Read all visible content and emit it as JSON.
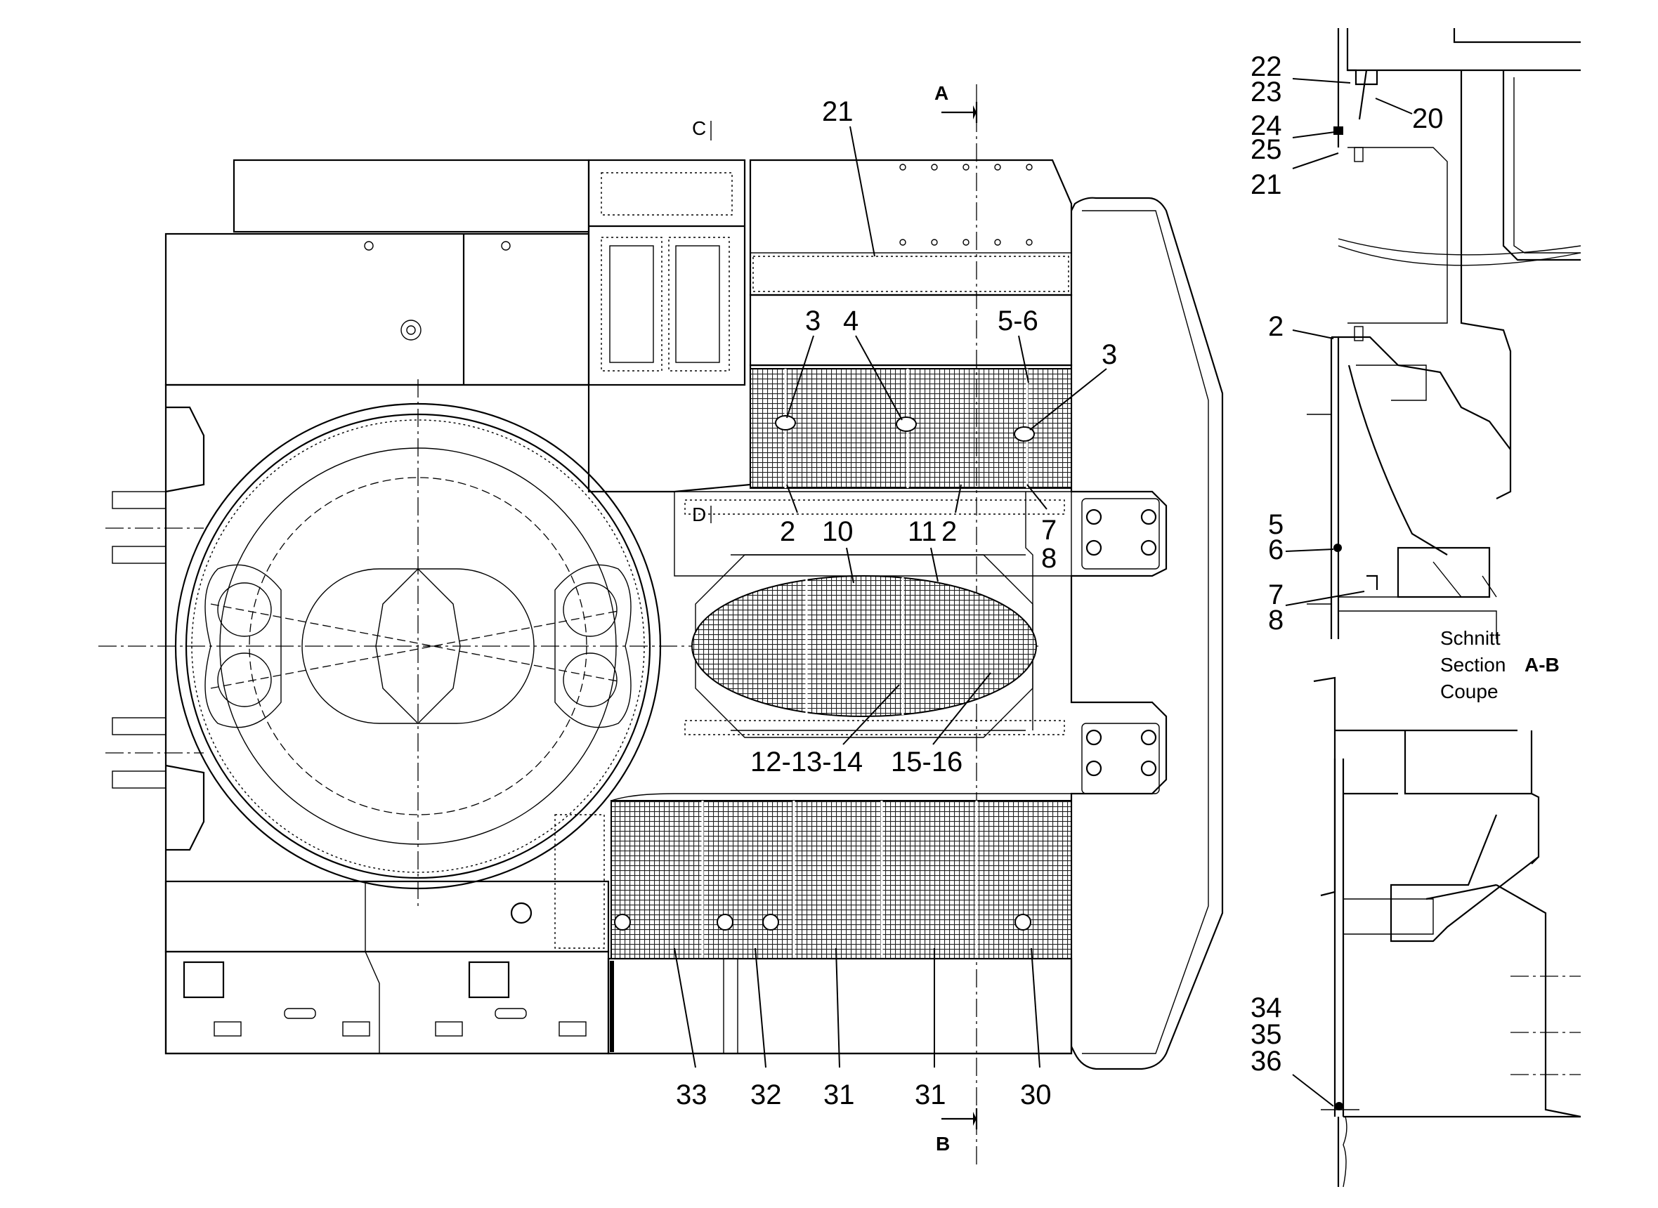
{
  "section_markers": {
    "a": "A",
    "b": "B",
    "c": "C",
    "d": "D"
  },
  "section_caption": {
    "line1": "Schnitt",
    "line2": "Section",
    "line3": "Coupe",
    "section_id": "A-B"
  },
  "callouts_plan": [
    {
      "id": "c21-top",
      "text": "21"
    },
    {
      "id": "c3-left",
      "text": "3"
    },
    {
      "id": "c4",
      "text": "4"
    },
    {
      "id": "c5-6",
      "text": "5-6"
    },
    {
      "id": "c3-right",
      "text": "3"
    },
    {
      "id": "c2-left",
      "text": "2"
    },
    {
      "id": "c10",
      "text": "10"
    },
    {
      "id": "c11",
      "text": "11"
    },
    {
      "id": "c2-right",
      "text": "2"
    },
    {
      "id": "c7",
      "text": "7"
    },
    {
      "id": "c8",
      "text": "8"
    },
    {
      "id": "c12-13-14",
      "text": "12-13-14"
    },
    {
      "id": "c15-16",
      "text": "15-16"
    },
    {
      "id": "c33",
      "text": "33"
    },
    {
      "id": "c32",
      "text": "32"
    },
    {
      "id": "c31-left",
      "text": "31"
    },
    {
      "id": "c31-right",
      "text": "31"
    },
    {
      "id": "c30",
      "text": "30"
    }
  ],
  "callouts_section": [
    {
      "id": "s22",
      "text": "22"
    },
    {
      "id": "s23",
      "text": "23"
    },
    {
      "id": "s20",
      "text": "20"
    },
    {
      "id": "s24",
      "text": "24"
    },
    {
      "id": "s25",
      "text": "25"
    },
    {
      "id": "s21",
      "text": "21"
    },
    {
      "id": "s2",
      "text": "2"
    },
    {
      "id": "s5",
      "text": "5"
    },
    {
      "id": "s6",
      "text": "6"
    },
    {
      "id": "s7",
      "text": "7"
    },
    {
      "id": "s8",
      "text": "8"
    },
    {
      "id": "s34",
      "text": "34"
    },
    {
      "id": "s35",
      "text": "35"
    },
    {
      "id": "s36",
      "text": "36"
    }
  ]
}
